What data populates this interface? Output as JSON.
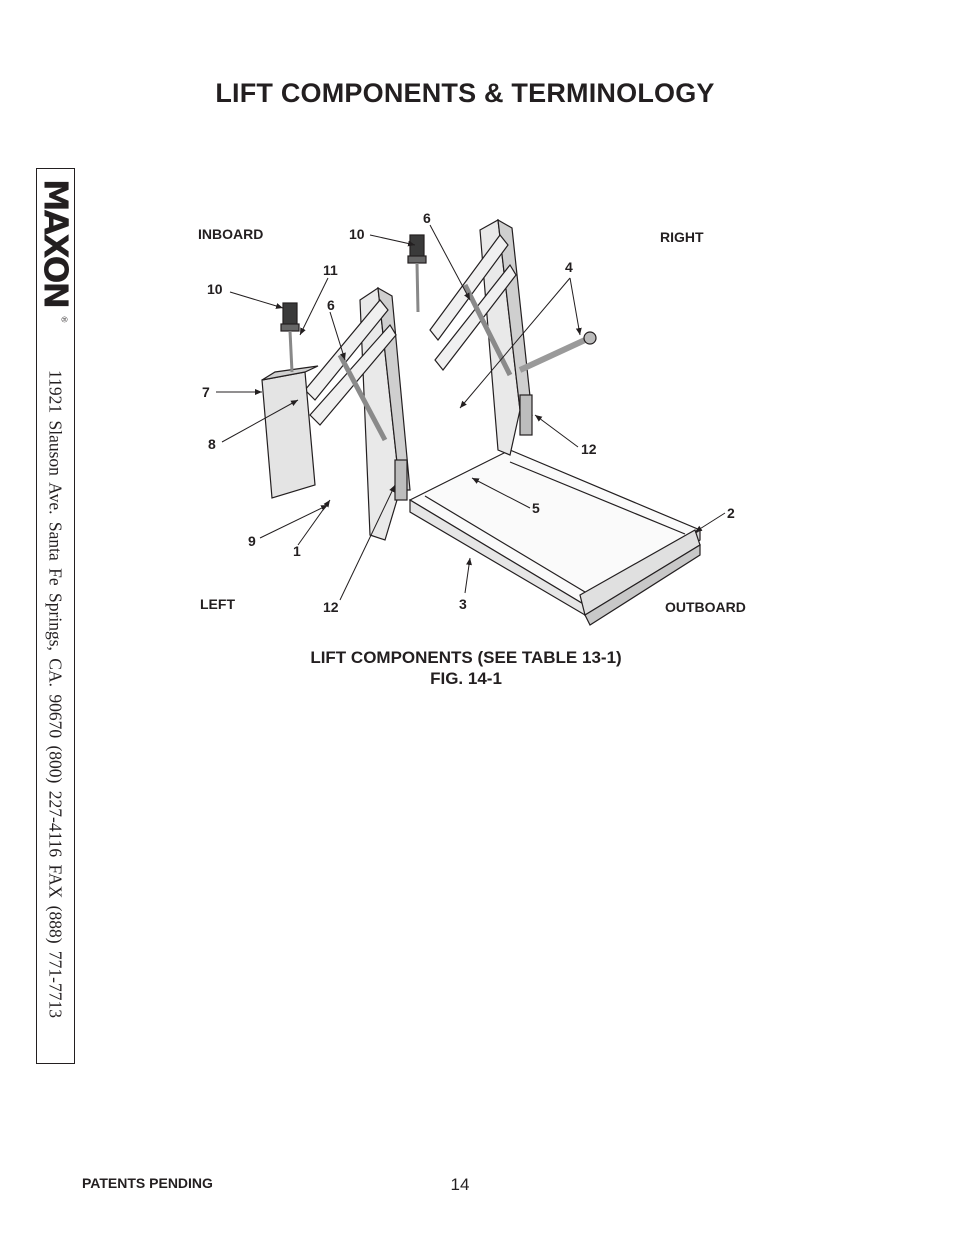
{
  "page_title": "LIFT COMPONENTS & TERMINOLOGY",
  "sidebar": {
    "logo_text": "MAXON",
    "registered_mark": "®",
    "address": "11921 Slauson Ave.   Santa Fe Springs, CA.   90670   (800) 227-4116   FAX (888) 771-7713"
  },
  "figure": {
    "orientation_labels": {
      "inboard": "INBOARD",
      "right": "RIGHT",
      "left": "LEFT",
      "outboard": "OUTBOARD"
    },
    "callouts": [
      "1",
      "2",
      "3",
      "4",
      "5",
      "6",
      "6",
      "7",
      "8",
      "9",
      "10",
      "10",
      "11",
      "12",
      "12"
    ],
    "caption_line1": "LIFT COMPONENTS (SEE TABLE 13-1)",
    "caption_line2": "FIG. 14-1"
  },
  "footer": {
    "patents": "PATENTS PENDING",
    "page_number": "14"
  }
}
